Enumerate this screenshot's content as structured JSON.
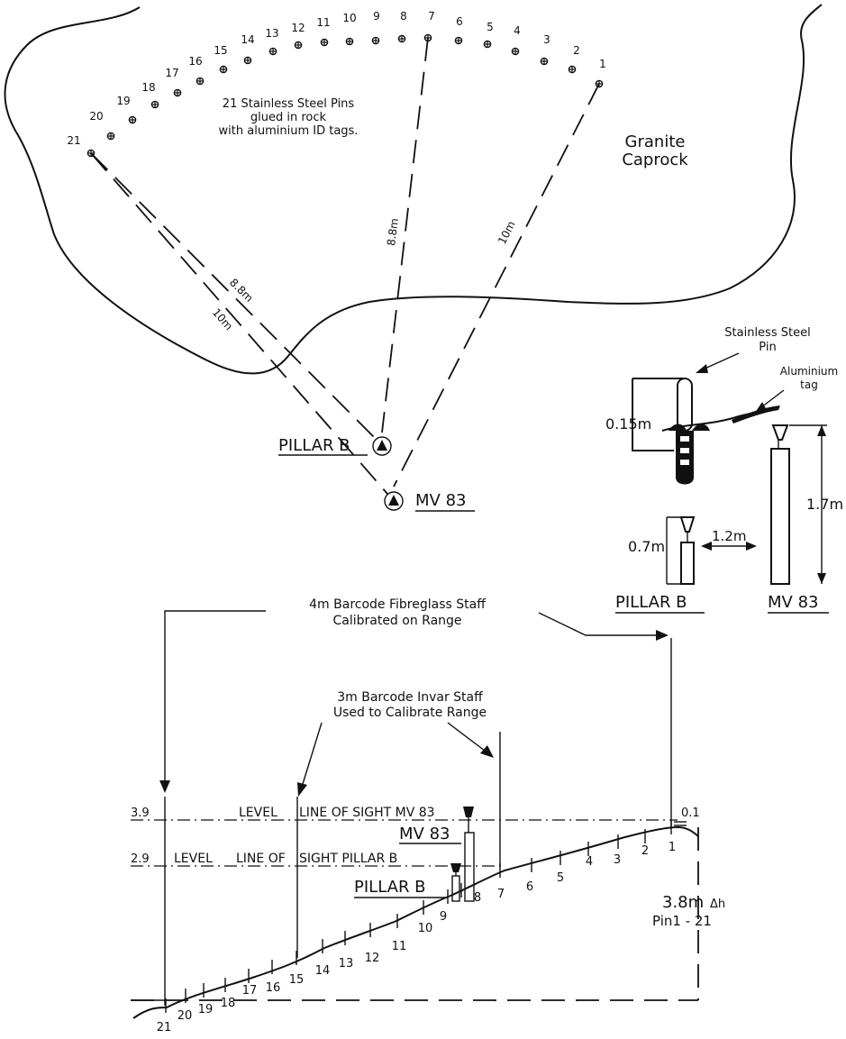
{
  "plan": {
    "pins_note": [
      "21 Stainless Steel Pins",
      "glued in rock",
      "with aluminium ID tags."
    ],
    "caprock_label": [
      "Granite",
      "Caprock"
    ],
    "pin_numbers": [
      "1",
      "2",
      "3",
      "4",
      "5",
      "6",
      "7",
      "8",
      "9",
      "10",
      "11",
      "12",
      "13",
      "14",
      "15",
      "16",
      "17",
      "18",
      "19",
      "20",
      "21"
    ],
    "distances": {
      "pin7_pillar": "8.8m",
      "pin1_mv": "10m",
      "pin21_pillar": "8.8m",
      "pin21_mv": "10m"
    },
    "stations": {
      "pillar": "PILLAR B",
      "mv": "MV 83"
    }
  },
  "detail": {
    "pin_title": [
      "Stainless Steel",
      "Pin"
    ],
    "tag_title": [
      "Aluminium",
      "tag"
    ],
    "pin_depth": "0.15m",
    "mv_height": "1.7m",
    "pillar_height": "0.7m",
    "spacing": "1.2m",
    "pillar_label": "PILLAR B",
    "mv_label": "MV 83"
  },
  "profile": {
    "staff4_note": [
      "4m Barcode Fibreglass Staff",
      "Calibrated on Range"
    ],
    "staff3_note": [
      "3m Barcode Invar Staff",
      "Used to Calibrate Range"
    ],
    "reading_mv_value": "3.9",
    "reading_pillar_value": "2.9",
    "reading_top": "0.1",
    "line_mv_text": [
      "LEVEL",
      "LINE OF SIGHT MV 83"
    ],
    "line_pillar_text": [
      "LEVEL",
      "LINE OF",
      "SIGHT PILLAR B"
    ],
    "mv_label": "MV 83",
    "pillar_label": "PILLAR B",
    "dh_value": "3.8m",
    "dh_symbol": "Δh",
    "dh_range": "Pin1 - 21",
    "pin_numbers": [
      "1",
      "2",
      "3",
      "4",
      "5",
      "6",
      "7",
      "8",
      "9",
      "10",
      "11",
      "12",
      "13",
      "14",
      "15",
      "16",
      "17",
      "18",
      "19",
      "20",
      "21"
    ]
  }
}
